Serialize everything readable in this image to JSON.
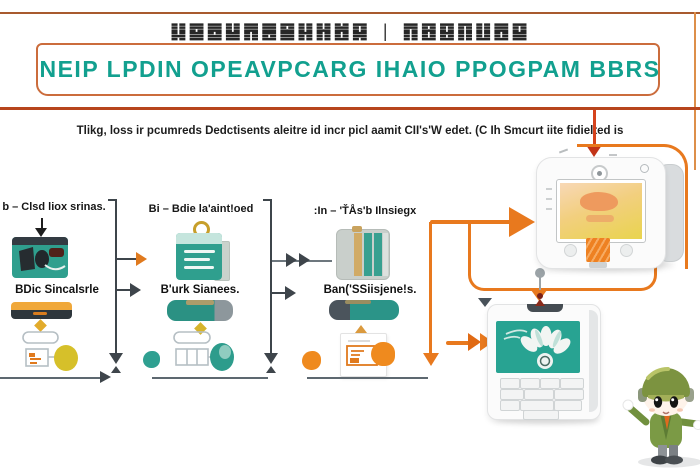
{
  "header": {
    "cjk_text_left": "䷆䷈䷉䷊䷋䷌䷍䷎䷏䷐䷑",
    "cjk_divider": "|",
    "cjk_text_right": "䷓䷔䷕䷖䷗䷘䷙",
    "title": "NEIP LPDIN OPEAVPCARG IHAIO PPOGPAM BBRS"
  },
  "intro": {
    "text": "Tlikg, loss ir pcumreds Dedctisents aleitre id incr picl aamit CII's'W edet. (C Ih Smcurt iite fidielted is"
  },
  "columns": [
    {
      "step_label": "b – Clsd liox srinas.",
      "caption": "BDic Sincalsrle",
      "icon": "browser-media-icon"
    },
    {
      "step_label": "Bi – Bdie la'aint!oed",
      "caption": "B'urk Sianees.",
      "icon": "document-list-icon"
    },
    {
      "step_label": ":In – 'ŤÅs'b Ilnsiegx",
      "caption": "Ban('SSiisjene!s.",
      "icon": "card-stack-icon"
    }
  ],
  "devices": {
    "tablet": {
      "name": "tablet-terminal",
      "screen_style": "orange-gradient",
      "button": "orange-hatched-button"
    },
    "phone": {
      "name": "keypad-terminal",
      "screen_style": "teal-fan-pattern"
    }
  },
  "mascot": {
    "name": "boy-mascot-green-helmet"
  },
  "icons": [
    "browser-media-icon",
    "document-list-icon",
    "card-stack-icon",
    "reader-bar-icon",
    "gold-ring-icon",
    "diamond-icon",
    "wireframe-sketch-icon",
    "arrow-down-icon",
    "arrow-right-icon"
  ],
  "colors": {
    "accent_orange": "#e8791e",
    "accent_red": "#d5431d",
    "teal": "#2f9f8e",
    "title_teal": "#12a08f",
    "dark_slate": "#343b41",
    "connector_dark": "#3e454b",
    "gold": "#d6b42c",
    "yellow_blob": "#d6c02a"
  }
}
